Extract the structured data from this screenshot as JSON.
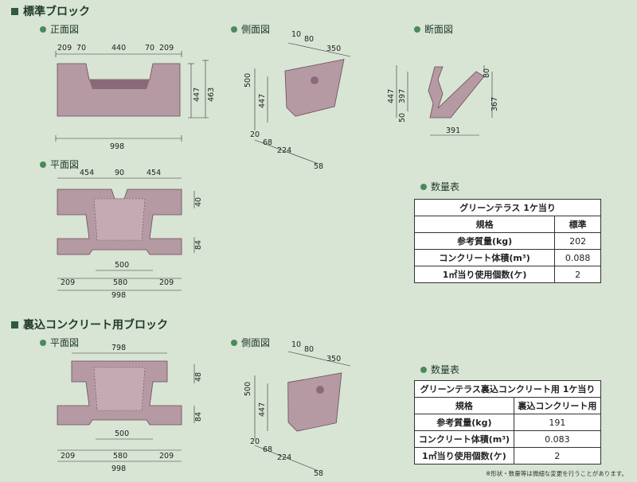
{
  "colors": {
    "block": "#b59aa3",
    "block_dark": "#8a6a78",
    "line": "#333333",
    "bg": "#d8e4d4"
  },
  "standard": {
    "title": "標準ブロック",
    "front": {
      "label": "正面図",
      "dims_top": [
        "209",
        "70",
        "440",
        "70",
        "209"
      ],
      "dim_bottom": "998",
      "dim_r1": "447",
      "dim_r2": "463"
    },
    "side": {
      "label": "側面図",
      "dims_top": [
        "10",
        "80",
        "350"
      ],
      "dims_left": [
        "500",
        "447"
      ],
      "dims_bottom": [
        "20",
        "68",
        "224",
        "58"
      ]
    },
    "section": {
      "label": "断面図",
      "dims_left": [
        "447",
        "397",
        "50"
      ],
      "dim_right_top": "80",
      "dim_right": "367",
      "dim_bottom": "391"
    },
    "plan": {
      "label": "平面図",
      "dims_top": [
        "454",
        "90",
        "454"
      ],
      "dims_right": [
        "40",
        "84"
      ],
      "dims_bottom1": [
        "500"
      ],
      "dims_bottom2": [
        "209",
        "580",
        "209"
      ],
      "dim_total": "998"
    },
    "qty": {
      "label": "数量表",
      "table_title": "グリーンテラス 1ケ当り",
      "rows": [
        [
          "規格",
          "標準"
        ],
        [
          "参考質量(kg)",
          "202"
        ],
        [
          "コンクリート体積(m³)",
          "0.088"
        ],
        [
          "1㎡当り使用個数(ケ)",
          "2"
        ]
      ]
    }
  },
  "backfill": {
    "title": "裏込コンクリート用ブロック",
    "plan": {
      "label": "平面図",
      "dim_top": "798",
      "dims_right": [
        "48",
        "84"
      ],
      "dims_bottom1": [
        "500"
      ],
      "dims_bottom2": [
        "209",
        "580",
        "209"
      ],
      "dim_total": "998"
    },
    "side": {
      "label": "側面図",
      "dims_top": [
        "10",
        "80",
        "350"
      ],
      "dims_left": [
        "500",
        "447"
      ],
      "dims_bottom": [
        "20",
        "68",
        "224",
        "58"
      ]
    },
    "qty": {
      "label": "数量表",
      "table_title": "グリーンテラス裏込コンクリート用 1ケ当り",
      "rows": [
        [
          "規格",
          "裏込コンクリート用"
        ],
        [
          "参考質量(kg)",
          "191"
        ],
        [
          "コンクリート体積(m³)",
          "0.083"
        ],
        [
          "1㎡当り使用個数(ケ)",
          "2"
        ]
      ]
    },
    "note": "※形状・数量等は微細な変更を行うことがあります。"
  }
}
